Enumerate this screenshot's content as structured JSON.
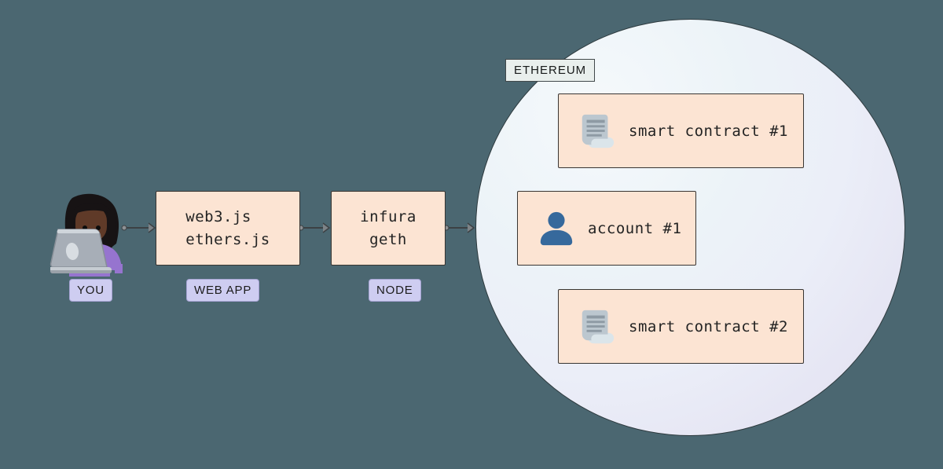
{
  "actors": {
    "you": {
      "badge": "YOU"
    }
  },
  "web_app": {
    "badge": "WEB APP",
    "lines": [
      "web3.js",
      "ethers.js"
    ]
  },
  "node": {
    "badge": "NODE",
    "lines": [
      "infura",
      "geth"
    ]
  },
  "ethereum": {
    "badge": "ETHEREUM",
    "items": [
      {
        "icon": "scroll-icon",
        "label": "smart contract #1"
      },
      {
        "icon": "person-icon",
        "label": "account #1"
      },
      {
        "icon": "scroll-icon",
        "label": "smart contract #2"
      }
    ]
  },
  "colors": {
    "background": "#4b6771",
    "box_fill": "#fce4d3",
    "box_border": "#383532",
    "badge_fill": "#cecdf1",
    "ethereum_tag_fill": "#e9efed",
    "circle_gradient_start": "#f5f9fb",
    "circle_gradient_end": "#e1dff0",
    "text": "#232323",
    "arrow": "#3c4144",
    "account_icon_blue": "#36699c",
    "scroll_icon_gray": "#bcc7cf"
  }
}
